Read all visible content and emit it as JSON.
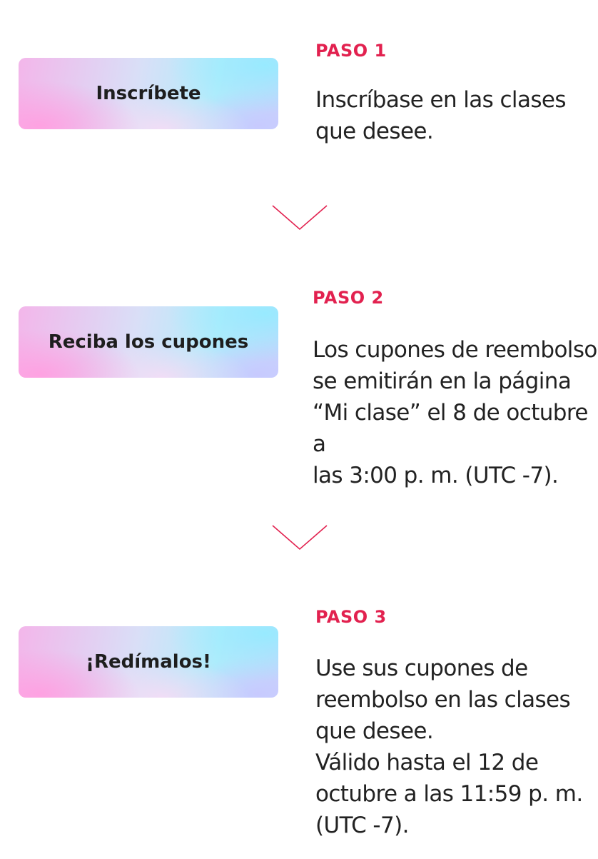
{
  "steps": [
    {
      "button_label": "Inscríbete",
      "step_label": "PASO 1",
      "text": "Inscríbase en las clases\nque desee."
    },
    {
      "button_label": "Reciba los cupones",
      "step_label": "PASO 2",
      "text": "Los cupones de reembolso\nse emitirán en la página\n“Mi clase” el 8 de octubre a\nlas 3:00 p. m. (UTC -7)."
    },
    {
      "button_label": "¡Redímalos!",
      "step_label": "PASO 3",
      "text": "Use sus cupones de\nreembolso en las clases\nque desee.\nVálido hasta el 12 de\noctubre a las 11:59 p. m.\n(UTC -7)."
    }
  ],
  "icons": {
    "arrow": "chevron-down-icon"
  },
  "colors": {
    "accent": "#e2214f",
    "text": "#222222"
  }
}
